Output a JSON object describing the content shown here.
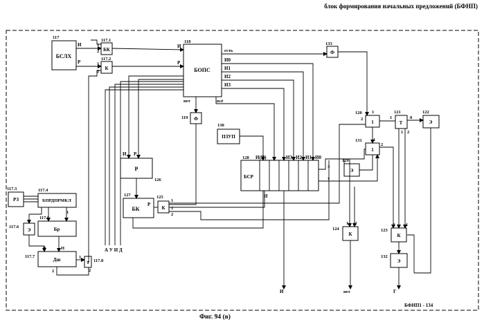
{
  "header": "блок формирования начальных предложений (БФНП)",
  "caption": "Фиг. 94 (в)",
  "frame_label": "БФНП1 - 134",
  "blocks": {
    "bslh": {
      "name": "БСЛХ",
      "num": "117"
    },
    "bk1": {
      "name": "БК",
      "num": "117.1"
    },
    "k2": {
      "name": "К",
      "num": "117.2"
    },
    "bops": {
      "name": "БОПС",
      "num": "118"
    },
    "f119": {
      "name": "Ф",
      "num": "119"
    },
    "f133": {
      "name": "Ф",
      "num": "133"
    },
    "pzup": {
      "name": "ПЗУП",
      "num": "130"
    },
    "bsr": {
      "name": "БСР",
      "num": "128"
    },
    "r126": {
      "name": "Р",
      "num": "126"
    },
    "bk127": {
      "name": "БК",
      "num": "127"
    },
    "k125": {
      "name": "К",
      "num": "125"
    },
    "b120": {
      "name": "1",
      "num": "120"
    },
    "t121": {
      "name": "Т",
      "num": "121"
    },
    "e122": {
      "name": "Э",
      "num": "122"
    },
    "b131": {
      "name": "1",
      "num": "131"
    },
    "e129": {
      "name": "Э",
      "num": "129"
    },
    "k124": {
      "name": "К",
      "num": "124"
    },
    "k123": {
      "name": "К",
      "num": "123"
    },
    "e132": {
      "name": "Э",
      "num": "132"
    },
    "r3": {
      "name": "РЗ",
      "num": "117.3"
    },
    "bpr": {
      "name": "БПРДПРМКЛ",
      "num": "117.4"
    },
    "e6": {
      "name": "Э",
      "num": "117.6"
    },
    "br": {
      "name": "Бр",
      "num": "117.5"
    },
    "dsh": {
      "name": "Дш",
      "num": "117.7"
    },
    "t8": {
      "name": "Т",
      "num": "117.8"
    }
  },
  "labels": {
    "I": "И",
    "R": "Р",
    "one": "1",
    "two": "2",
    "three": "3",
    "zero": "0",
    "est": "есть",
    "net": "нет",
    "vse": "всё",
    "i0": "И0",
    "i1": "И1",
    "i2": "И2",
    "i3": "И3",
    "ip": "И(П)",
    "t": "т",
    "h": "Н",
    "bottom_aug": "А У И Д",
    "out_i": "И",
    "out_net": "нет",
    "out_g": "Г"
  }
}
